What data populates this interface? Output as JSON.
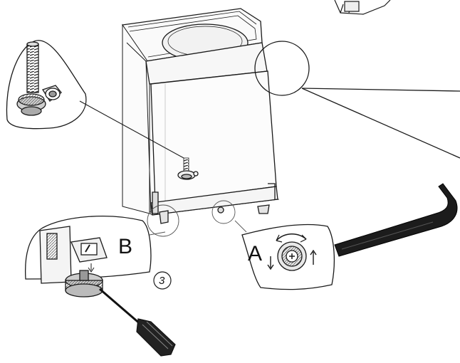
{
  "labels": {
    "callout_a": "A",
    "callout_b": "B",
    "step_number": "3"
  },
  "colors": {
    "line": "#1a1a1a",
    "wrench": "#1c1c1c",
    "screwdriver_handle": "#222222",
    "background": "#ffffff"
  },
  "icons": {
    "leveling_foot": "threaded-foot-icon",
    "hex_key": "allen-key-icon",
    "screwdriver": "screwdriver-icon",
    "rotation": "rotate-arrows-icon"
  }
}
